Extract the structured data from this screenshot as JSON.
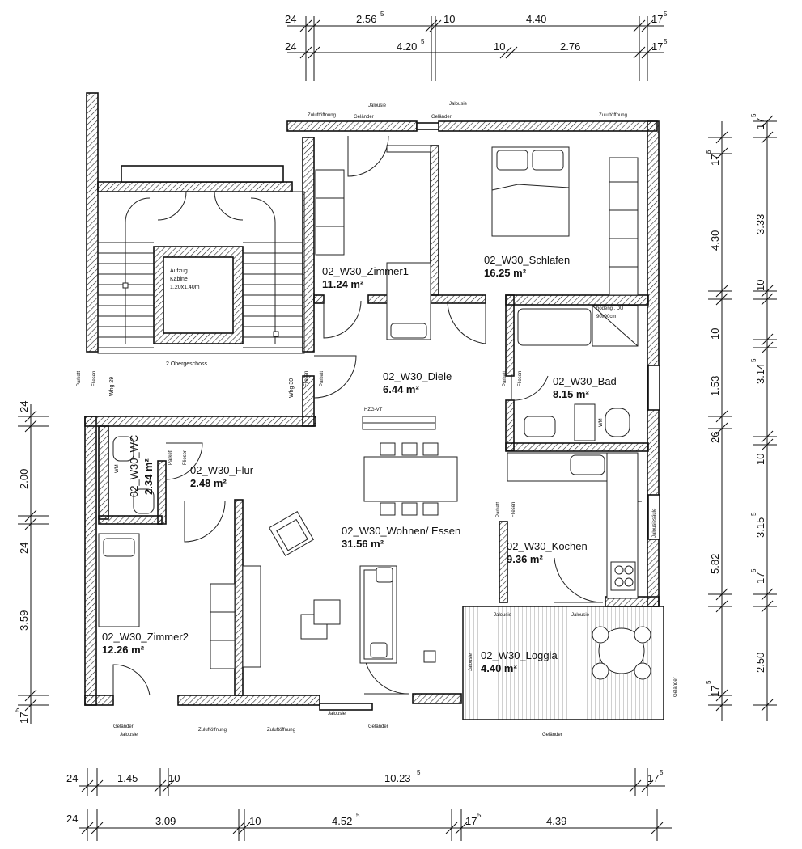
{
  "rooms": {
    "zimmer1": {
      "name": "02_W30_Zimmer1",
      "area": "11.24 m²"
    },
    "schlafen": {
      "name": "02_W30_Schlafen",
      "area": "16.25 m²"
    },
    "diele": {
      "name": "02_W30_Diele",
      "area": "6.44 m²"
    },
    "bad": {
      "name": "02_W30_Bad",
      "area": "8.15 m²"
    },
    "wc": {
      "name": "02_W30_WC",
      "area": "2.34 m²"
    },
    "flur": {
      "name": "02_W30_Flur",
      "area": "2.48 m²"
    },
    "wohnen": {
      "name": "02_W30_Wohnen/ Essen",
      "area": "31.56 m²"
    },
    "kochen": {
      "name": "02_W30_Kochen",
      "area": "9.36 m²"
    },
    "zimmer2": {
      "name": "02_W30_Zimmer2",
      "area": "12.26 m²"
    },
    "loggia": {
      "name": "02_W30_Loggia",
      "area": "4.40 m²"
    }
  },
  "labels": {
    "floor": "2.Obergeschoss",
    "whg29": "Whg 29",
    "whg30": "Whg 30",
    "lift_1": "Aufzug",
    "lift_2": "Kabine",
    "lift_3": "1,20x1,40m",
    "shower_1": "bodengl. DU",
    "shower_2": "90x90cm",
    "hzg": "HZG-VT",
    "jalousiesaeule": "Jalousiesäule",
    "parkett": "Parkett",
    "fliesen": "Fliesen",
    "wm": "WM",
    "zuluft": "Zuluftöffnung",
    "jalousie": "Jalousie",
    "gelaender": "Geländer"
  },
  "dims": {
    "top1": {
      "a": "24",
      "b": "2.56",
      "b_sup": "5",
      "c": "10",
      "d": "4.40",
      "e": "17",
      "e_sup": "5"
    },
    "top2": {
      "a": "24",
      "b": "4.20",
      "b_sup": "5",
      "c": "10",
      "d": "2.76",
      "e": "17",
      "e_sup": "5"
    },
    "right1": {
      "a": "17",
      "a_sup": "5",
      "b": "4.30",
      "c": "1.53",
      "d": "26",
      "e": "5.82",
      "f": "17",
      "f_sup": "5"
    },
    "right2": {
      "a": "17",
      "a_sup": "5",
      "b": "3.33",
      "c": "10",
      "d": "10",
      "e": "3.14",
      "e_sup": "5",
      "f": "10",
      "g": "3.15",
      "g_sup": "5",
      "h": "17",
      "h_sup": "5",
      "i": "2.50"
    },
    "left": {
      "a": "24",
      "b": "2.00",
      "c": "24",
      "d": "3.59",
      "e": "17",
      "e_sup": "5"
    },
    "bottom1": {
      "a": "24",
      "b": "1.45",
      "c": "10",
      "d": "10.23",
      "d_sup": "5",
      "e": "17",
      "e_sup": "5"
    },
    "bottom2": {
      "a": "24",
      "b": "3.09",
      "c": "10",
      "d": "4.52",
      "d_sup": "5",
      "e": "17",
      "e_sup": "5",
      "f": "4.39"
    }
  }
}
